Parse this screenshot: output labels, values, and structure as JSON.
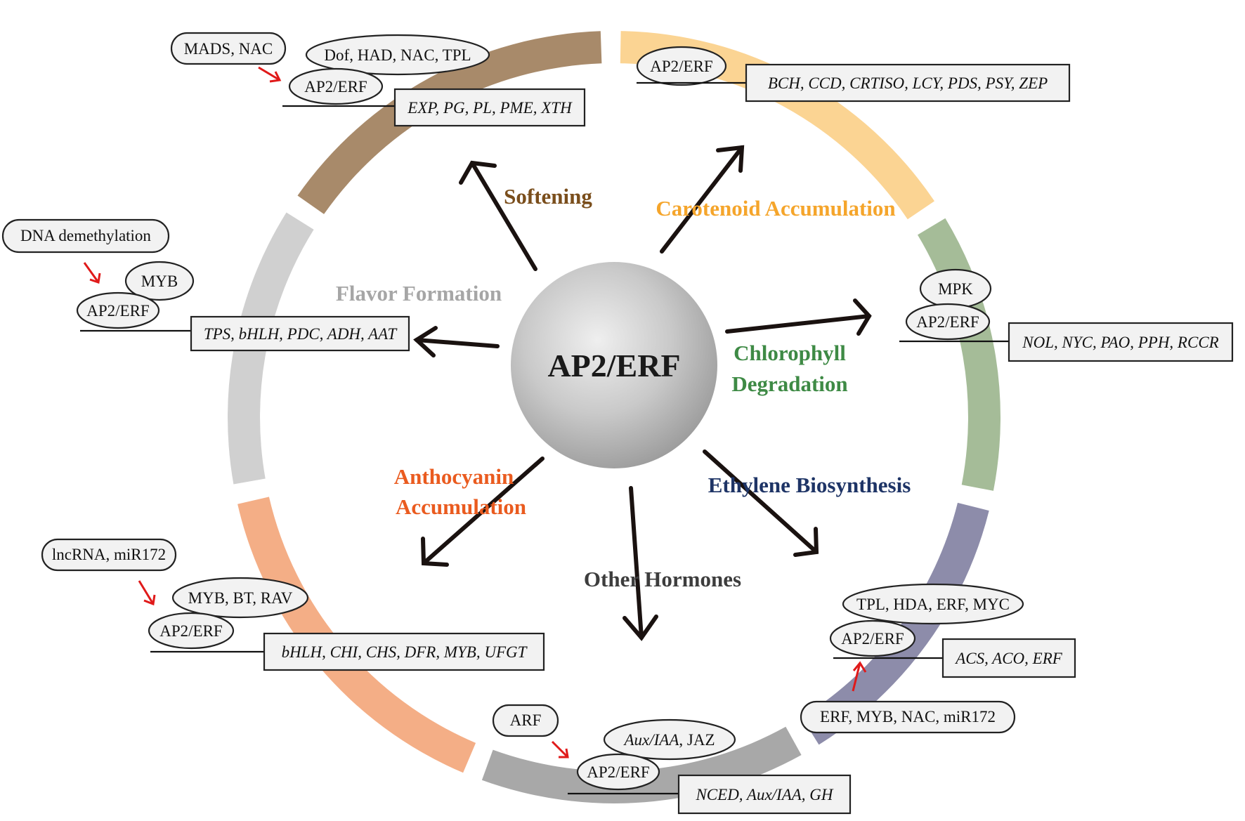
{
  "center_label": "AP2/ERF",
  "categories": {
    "softening": {
      "label": "Softening",
      "color": "#7a4e1c"
    },
    "carotenoid": {
      "label": "Carotenoid Accumulation",
      "color": "#f5a52b"
    },
    "flavor": {
      "label": "Flavor Formation",
      "color": "#a6a6a6"
    },
    "chlorophyll": {
      "label_line1": "Chlorophyll",
      "label_line2": "Degradation",
      "color": "#3e8a45"
    },
    "anthocyanin": {
      "label_line1": "Anthocyanin",
      "label_line2": "Accumulation",
      "color": "#ea5b1f"
    },
    "ethylene": {
      "label": "Ethylene Biosynthesis",
      "color": "#1e3466"
    },
    "hormones": {
      "label": "Other Hormones",
      "color": "#3d3d3d"
    }
  },
  "ring_colors": {
    "softening": "#a88a6a",
    "carotenoid": "#fbd493",
    "chlorophyll": "#a5bc98",
    "ethylene": "#8d8caa",
    "hormones": "#a8a8a8",
    "anthocyanin": "#f4ae86",
    "flavor": "#d0d0d0"
  },
  "softening_module": {
    "upstream": "MADS, NAC",
    "partners": "Dof, HAD, NAC, TPL",
    "factor": "AP2/ERF",
    "targets": "EXP, PG, PL, PME, XTH"
  },
  "carotenoid_module": {
    "factor": "AP2/ERF",
    "targets": "BCH, CCD, CRTISO, LCY, PDS, PSY, ZEP"
  },
  "flavor_module": {
    "upstream": "DNA demethylation",
    "partners": "MYB",
    "factor": "AP2/ERF",
    "targets": "TPS, bHLH, PDC, ADH, AAT"
  },
  "chlorophyll_module": {
    "partners": "MPK",
    "factor": "AP2/ERF",
    "targets": "NOL, NYC, PAO, PPH, RCCR"
  },
  "anthocyanin_module": {
    "upstream": "lncRNA, miR172",
    "partners": "MYB, BT, RAV",
    "factor": "AP2/ERF",
    "targets": "bHLH, CHI, CHS, DFR, MYB, UFGT"
  },
  "ethylene_module": {
    "partners": "TPL, HDA, ERF, MYC",
    "factor": "AP2/ERF",
    "targets": "ACS, ACO, ERF",
    "upstream": "ERF, MYB, NAC, miR172"
  },
  "hormones_module": {
    "upstream": "ARF",
    "partners_italic": "Aux/IAA",
    "partners_rest": ", JAZ",
    "factor": "AP2/ERF",
    "targets": "NCED, Aux/IAA, GH"
  }
}
